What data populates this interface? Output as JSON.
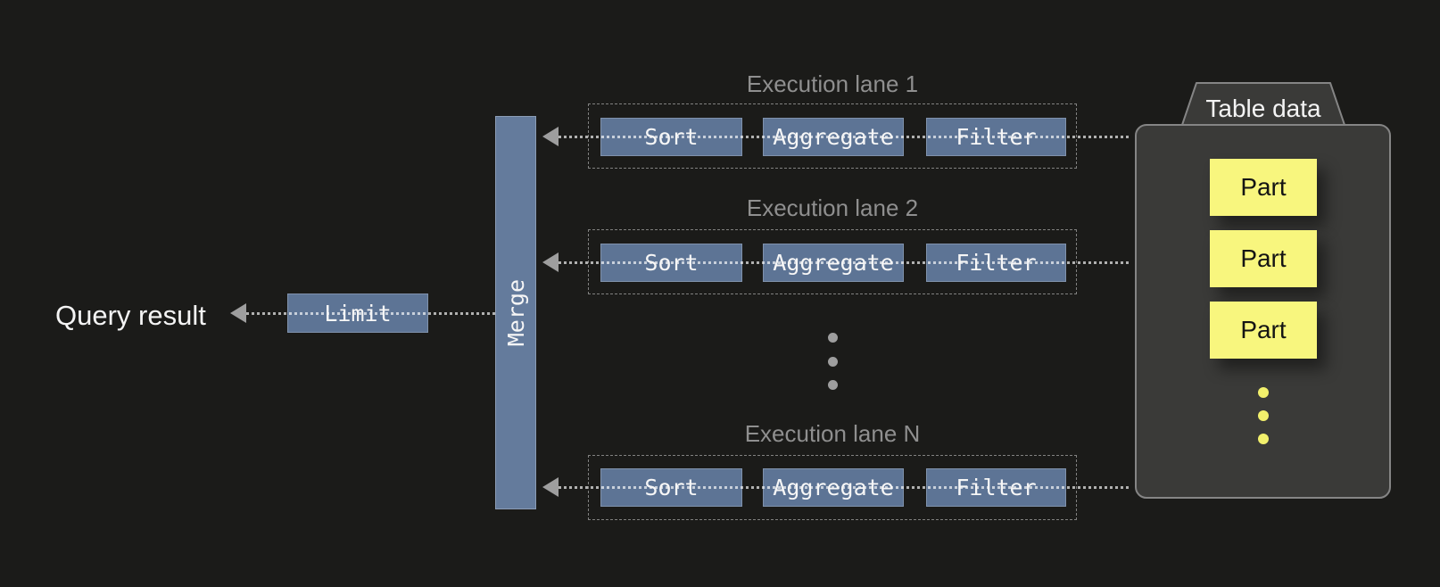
{
  "query_result_label": "Query result",
  "limit_label": "Limit",
  "merge_label": "Merge",
  "lanes": [
    {
      "label": "Execution lane 1",
      "ops": [
        "Sort",
        "Aggregate",
        "Filter"
      ]
    },
    {
      "label": "Execution lane 2",
      "ops": [
        "Sort",
        "Aggregate",
        "Filter"
      ]
    },
    {
      "label": "Execution lane N",
      "ops": [
        "Sort",
        "Aggregate",
        "Filter"
      ]
    }
  ],
  "table": {
    "title": "Table data",
    "parts": [
      "Part",
      "Part",
      "Part"
    ]
  },
  "colors": {
    "background": "#1b1b19",
    "box_blue": "#5d7495",
    "merge_blue": "#647b9c",
    "part_yellow": "#f8f67e",
    "dot_yellow": "#f2f06c",
    "gray": "#9e9e9e",
    "label_gray": "#8f8f8f",
    "table_fill": "#3a3a38",
    "table_border": "#858585",
    "text_white": "#f4f4f4"
  }
}
